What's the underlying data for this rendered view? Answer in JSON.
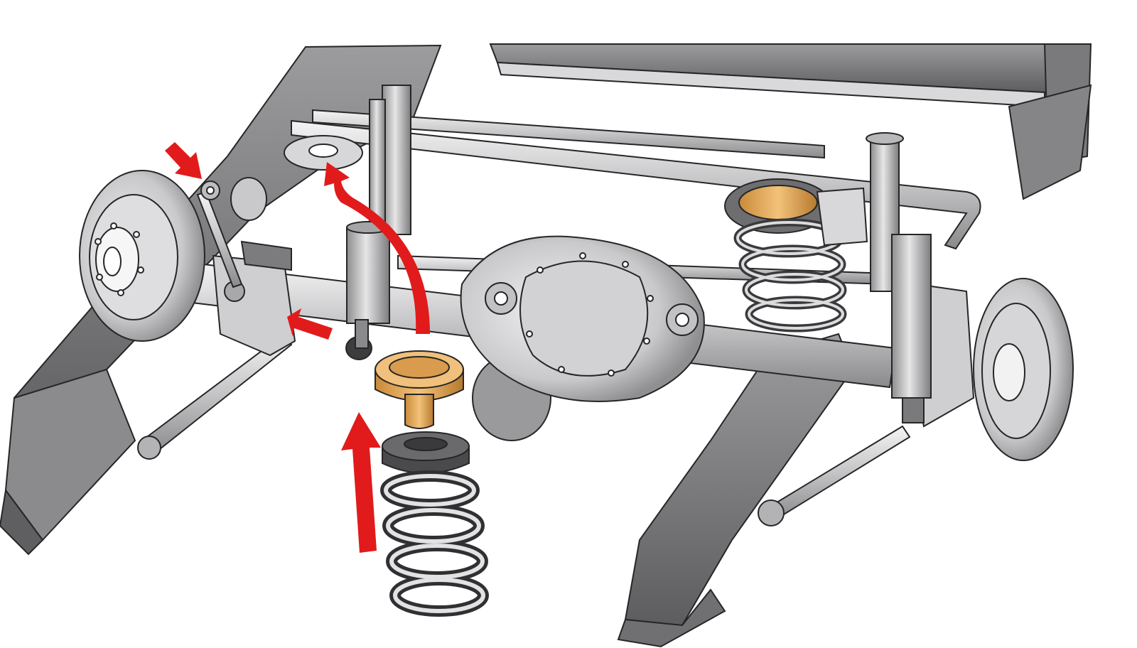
{
  "diagram": {
    "subject": "rear-axle-suspension-exploded-view",
    "colors": {
      "background": "#ffffff",
      "metal_light": "#e9e9ea",
      "metal_mid": "#b9b9bb",
      "metal_dark": "#6e6e70",
      "outline": "#262626",
      "spacer": "#e7ad5c",
      "spacer_dark": "#b47a2f",
      "arrow": "#e11b1b"
    },
    "callout_arrows": [
      {
        "id": "sway-bar-link",
        "style": "straight"
      },
      {
        "id": "jounce-bumper",
        "style": "curved"
      },
      {
        "id": "shock-lower-mount",
        "style": "straight"
      },
      {
        "id": "coil-spring-install",
        "style": "straight-large"
      }
    ]
  }
}
